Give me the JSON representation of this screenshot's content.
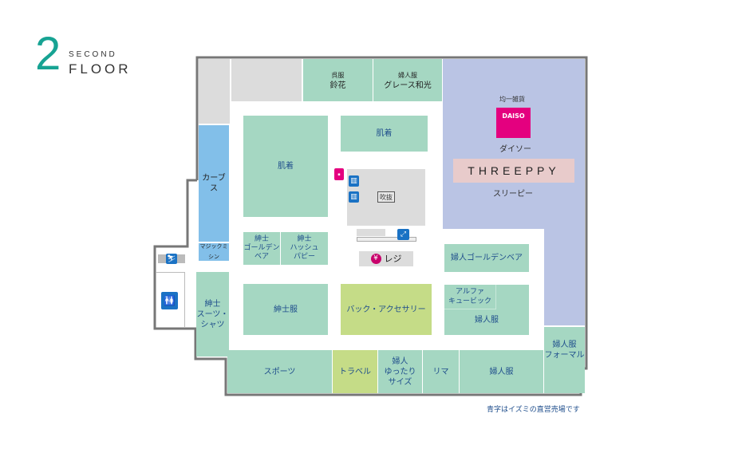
{
  "floor": {
    "number": "2",
    "word1": "SECOND",
    "word2": "FLOOR"
  },
  "shops": {
    "suzuka_cat": "呉服",
    "suzuka": "鈴花",
    "grace_cat": "婦人服",
    "grace": "グレース和光",
    "daiso_cat": "均一雑貨",
    "daiso": "ダイソー",
    "daiso_logo": "DAISO",
    "threeppy_logo": "THREEPPY",
    "threeppy": "スリーピー",
    "curves": "カーブス",
    "magic": "マジックミシン",
    "hadagi1": "肌着",
    "hadagi2": "肌着",
    "fukinuke": "吹抜",
    "mens_golden": "紳士\nゴールデン\nベア",
    "mens_hush": "紳士\nハッシュ\nパピー",
    "register": "レジ",
    "register_icon": "¥",
    "mens_suits": "紳士\nスーツ・\nシャツ",
    "mens_wear": "紳士服",
    "bag": "バック・アクセサリー",
    "ladies_golden": "婦人ゴールデンベア",
    "alpha": "アルファ\nキュービック",
    "ladies1": "婦人服",
    "formal": "婦人服\nフォーマル",
    "sports": "スポーツ",
    "travel": "トラベル",
    "yuttari": "婦人\nゆったり\nサイズ",
    "rima": "リマ",
    "ladies2": "婦人服"
  },
  "note": "青字はイズミの直営売場です",
  "colors": {
    "accent": "#17a393",
    "izumi_text": "#1f4e8c",
    "daiso": "#e4007f",
    "purple": "#bac4e4",
    "blue": "#82bfe9"
  }
}
